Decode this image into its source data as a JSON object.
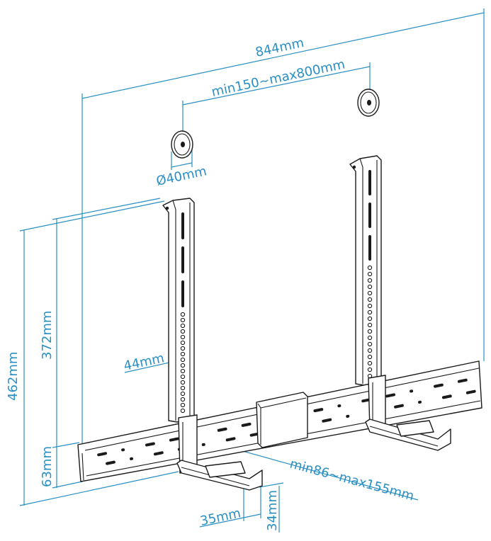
{
  "diagram": {
    "colors": {
      "dimension": "#2a8fc4",
      "metal": "#1a1a1a"
    },
    "labels": {
      "overall_width": "844mm",
      "vesa_spacing": "min150~max800mm",
      "washer_diameter": "Ø40mm",
      "arm_width": "44mm",
      "total_height": "462mm",
      "arm_height": "372mm",
      "bar_height": "63mm",
      "shelf_depth": "min86~max155mm",
      "lip_width": "35mm",
      "lip_height": "34mm"
    }
  }
}
